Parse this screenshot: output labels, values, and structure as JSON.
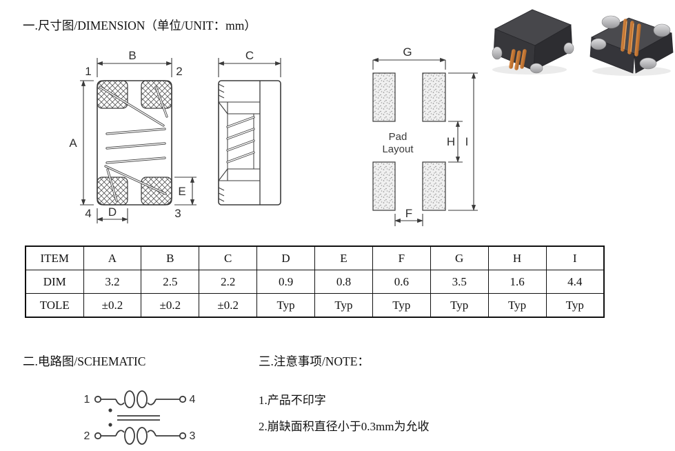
{
  "sections": {
    "dimension_title": "一.尺寸图/DIMENSION（单位/UNIT：mm）",
    "schematic_title": "二.电路图/SCHEMATIC",
    "note_title": "三.注意事项/NOTE："
  },
  "notes": {
    "note1": "1.产品不印字",
    "note2": "2.崩缺面积直径小于0.3mm为允收"
  },
  "front_view": {
    "pin1": "1",
    "pin2": "2",
    "pin3": "3",
    "pin4": "4",
    "dim_a": "A",
    "dim_b": "B",
    "dim_d": "D",
    "dim_e": "E"
  },
  "side_view": {
    "dim_c": "C"
  },
  "pad_layout": {
    "title_line1": "Pad",
    "title_line2": "Layout",
    "dim_f": "F",
    "dim_g": "G",
    "dim_h": "H",
    "dim_i": "I"
  },
  "schematic": {
    "pin1": "1",
    "pin2": "2",
    "pin3": "3",
    "pin4": "4"
  },
  "dimension_table": {
    "headers": [
      "ITEM",
      "A",
      "B",
      "C",
      "D",
      "E",
      "F",
      "G",
      "H",
      "I"
    ],
    "rows": [
      {
        "label": "DIM",
        "values": [
          "3.2",
          "2.5",
          "2.2",
          "0.9",
          "0.8",
          "0.6",
          "3.5",
          "1.6",
          "4.4"
        ]
      },
      {
        "label": "TOLE",
        "values": [
          "±0.2",
          "±0.2",
          "±0.2",
          "Typ",
          "Typ",
          "Typ",
          "Typ",
          "Typ",
          "Typ"
        ]
      }
    ]
  },
  "colors": {
    "line": "#3a3a3a",
    "copper": "#c4732f",
    "silver": "#b6b6b8",
    "body_dark": "#3b3b3f"
  }
}
